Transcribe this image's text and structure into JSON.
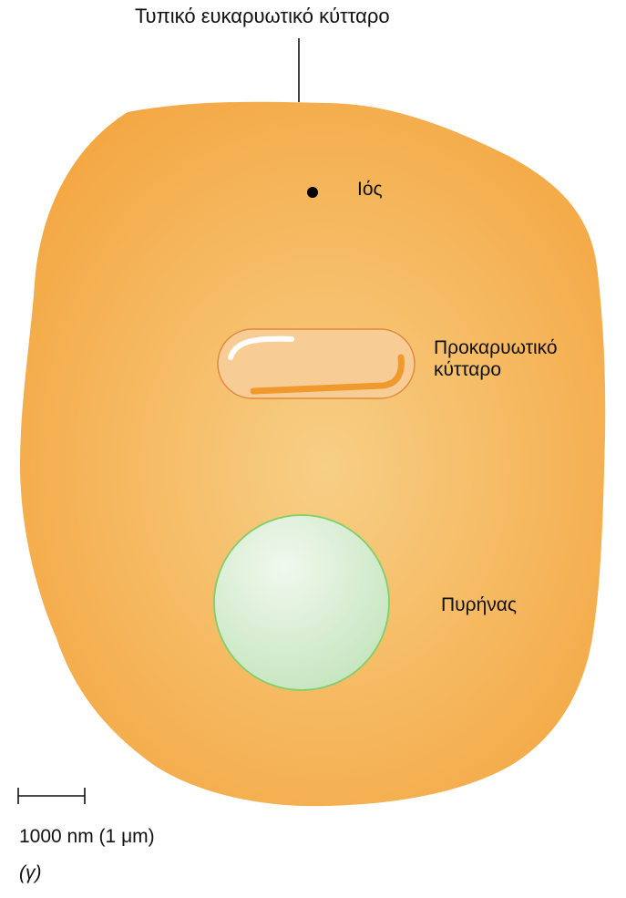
{
  "title": "Τυπικό ευκαρυωτικό κύτταρο",
  "labels": {
    "virus": "Ιός",
    "prokaryote_line1": "Προκαρυωτικό",
    "prokaryote_line2": "κύτταρο",
    "nucleus": "Πυρήνας"
  },
  "scale_bar": {
    "label": "1000 nm (1 μm)"
  },
  "panel": "(γ)",
  "colors": {
    "eukaryote_fill": "#F4A742",
    "eukaryote_center": "#F7CF86",
    "prokaryote_fill": "#F8CC95",
    "prokaryote_stroke": "#E0893A",
    "nucleus_fill": "#C5E5BE",
    "nucleus_stroke": "#7FCF6A",
    "virus": "#000000"
  }
}
